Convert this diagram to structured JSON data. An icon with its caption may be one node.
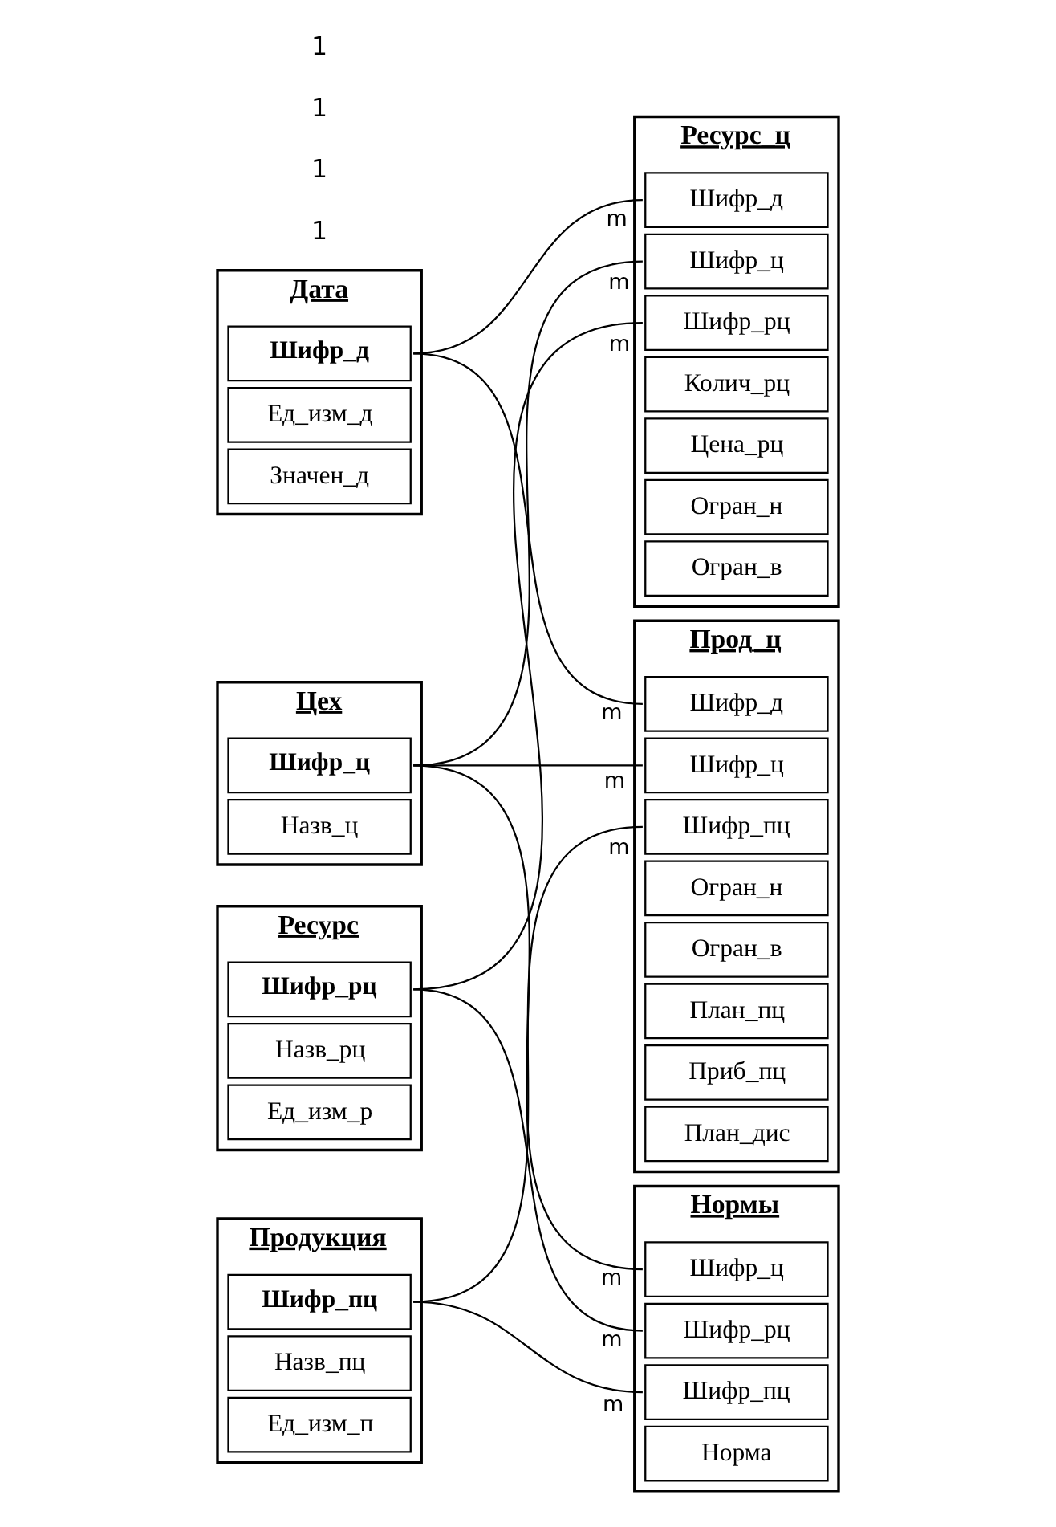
{
  "diagram": {
    "nodes": [
      {
        "text": [
          "Цех"
        ]
      },
      {
        "text": [
          "Шифр_ц"
        ],
        "in": 0
      },
      {
        "text": [
          "Назв_ц"
        ],
        "in": 0
      },
      {
        "text": [
          "Прод_ц"
        ]
      },
      {
        "text": [
          "Шифр_д"
        ],
        "in": 3
      },
      {
        "text": [
          "Шифр_ц"
        ],
        "in": 3
      },
      {
        "text": [
          "Шифр_пц"
        ],
        "in": 3
      },
      {
        "text": [
          "Огран_н"
        ],
        "in": 3
      },
      {
        "text": [
          "Огран_в"
        ],
        "in": 3
      },
      {
        "text": [
          "План_пц"
        ],
        "in": 3
      },
      {
        "text": [
          "Приб_пц"
        ],
        "in": 3
      },
      {
        "text": [
          "План_дис"
        ],
        "in": 3
      },
      {
        "text": [
          "Дата"
        ]
      },
      {
        "text": [
          "Шифр_д"
        ],
        "in": 12
      },
      {
        "text": [
          "Ед_изм_д"
        ],
        "in": 12
      },
      {
        "text": [
          "Значен_д"
        ],
        "in": 12
      },
      {
        "text": [
          "Продукция"
        ]
      },
      {
        "text": [
          "Шифр_пц"
        ],
        "in": 16
      },
      {
        "text": [
          "Назв_пц"
        ],
        "in": 16
      },
      {
        "text": [
          "Ед_изм_п"
        ],
        "in": 16
      },
      {
        "text": [
          "Нормы"
        ]
      },
      {
        "text": [
          "Шифр_ц"
        ],
        "in": 20
      },
      {
        "text": [
          "Шифр_пц"
        ],
        "in": 20
      },
      {
        "text": [
          "Шифр_рц"
        ],
        "in": 20
      },
      {
        "text": [
          "Норма"
        ],
        "in": 20
      },
      {
        "text": [
          "Ресурс"
        ]
      },
      {
        "text": [
          "Шифр_рц"
        ],
        "in": 25
      },
      {
        "text": [
          "Назв_рц"
        ],
        "in": 25
      },
      {
        "text": [
          "Ед_изм_р"
        ],
        "in": 25
      },
      {
        "text": [
          "Ресурс_ц"
        ]
      },
      {
        "text": [
          "Шифр_д"
        ],
        "in": 29
      },
      {
        "text": [
          "Шифр_ц"
        ],
        "in": 29
      },
      {
        "text": [
          "Шифр_рц"
        ],
        "in": 29
      },
      {
        "text": [
          "Колич_рц"
        ],
        "in": 29
      },
      {
        "text": [
          "Цена_рц"
        ],
        "in": 29
      },
      {
        "text": [
          "Огран_н"
        ],
        "in": 29
      },
      {
        "text": [
          "Огран_в"
        ],
        "in": 29
      }
    ],
    "edges": [
      {
        "from": 1,
        "to": 5,
        "arrow": "none",
        "label": "m"
      },
      {
        "from": 1,
        "to": 21,
        "arrow": "none",
        "label": "m"
      },
      {
        "from": 1,
        "to": 31,
        "arrow": "none",
        "label": "m"
      },
      {
        "from": 17,
        "to": 6,
        "arrow": "none",
        "label": "m"
      },
      {
        "from": 17,
        "to": 22,
        "arrow": "none",
        "label": "m"
      },
      {
        "from": 26,
        "to": 23,
        "arrow": "none",
        "label": "m"
      },
      {
        "from": 26,
        "to": 32,
        "arrow": "none",
        "label": "m"
      },
      {
        "from": 13,
        "to": 4,
        "arrow": "none",
        "label": "m"
      },
      {
        "from": 13,
        "to": 30,
        "arrow": "none",
        "label": "m"
      }
    ],
    "labels": [
      "1",
      "1",
      "1",
      "1"
    ]
  }
}
